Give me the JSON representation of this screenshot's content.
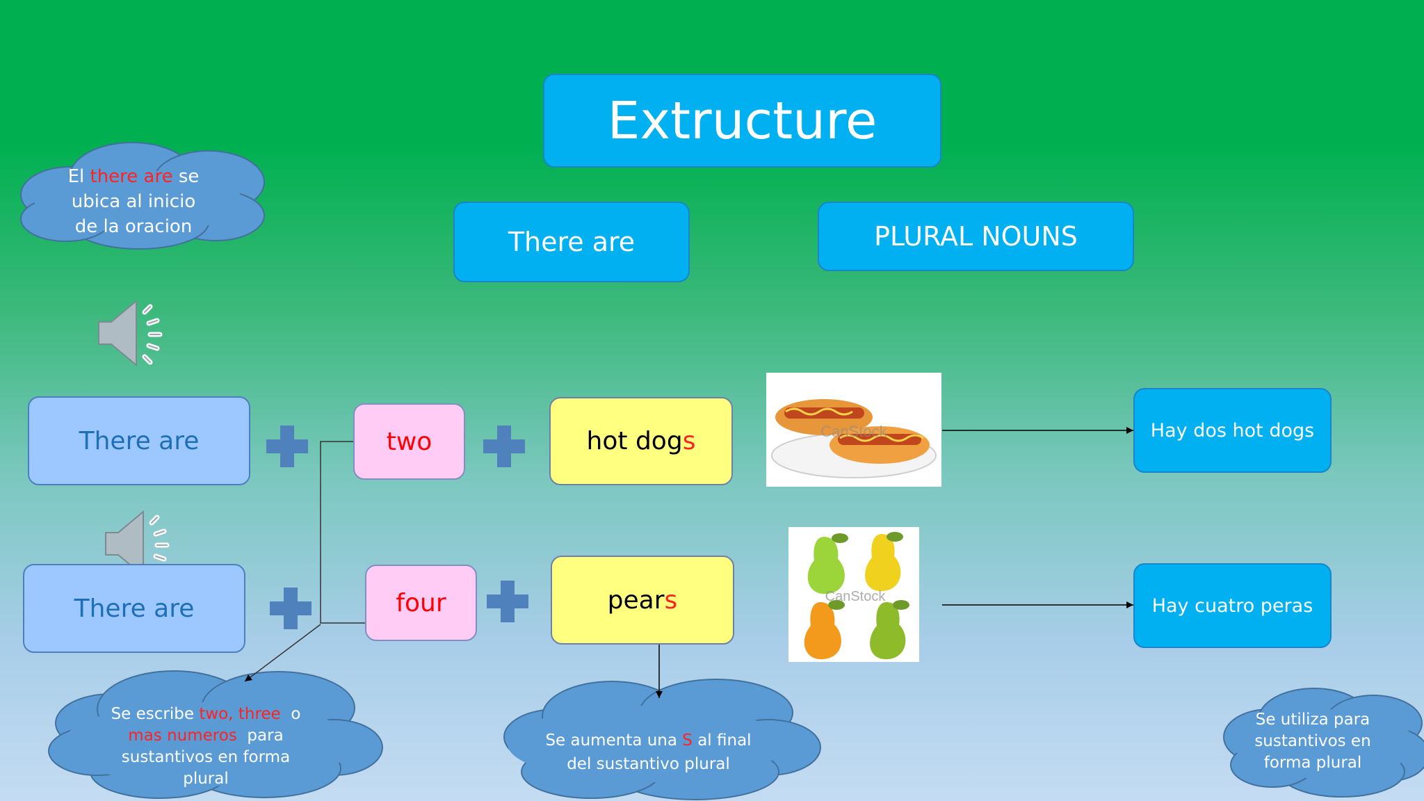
{
  "title": "Extructure",
  "header_left": "There are",
  "header_right": "PLURAL NOUNS",
  "cloud_top": {
    "pre": "El ",
    "highlight": "there are",
    "post": " se",
    "line2": "ubica al inicio",
    "line3": "de la oracion"
  },
  "row1": {
    "start": "There are",
    "number": "two",
    "noun_base": "hot dog",
    "noun_suffix": "s",
    "translation": "Hay dos hot dogs"
  },
  "row2": {
    "start": "There are",
    "number": "four",
    "noun_base": "pear",
    "noun_suffix": "s",
    "translation": "Hay cuatro peras"
  },
  "watermark": "CanStock",
  "cloud_numbers": {
    "l1_pre": "Se escribe ",
    "l1_hl": "two, three",
    "l1_post": "  o",
    "l2_hl": "mas numeros",
    "l2_post": "  para",
    "l3": "sustantivos en forma",
    "l4": "plural"
  },
  "cloud_s": {
    "l1_pre": "Se aumenta una ",
    "l1_hl": "S",
    "l1_post": " al final",
    "l2": "del sustantivo plural"
  },
  "cloud_use": {
    "l1": "Se utiliza para",
    "l2": "sustantivos en",
    "l3": "forma plural"
  },
  "icons": [
    "speaker-icon",
    "plus-icon"
  ],
  "colors": {
    "background_top": "#00b050",
    "blue_box": "#00b0f0",
    "light_box": "#9dc8ff",
    "pink_box": "#ffccf5",
    "yellow_box": "#ffff80",
    "cloud": "#5b9bd5",
    "highlight": "#ff0000"
  }
}
